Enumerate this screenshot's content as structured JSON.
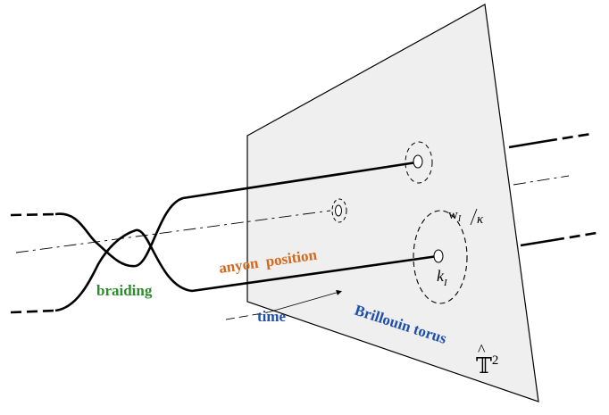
{
  "labels": {
    "braiding": "braiding",
    "anyon_position": "anyon  position",
    "time": "time",
    "brillouin_torus": "Brillouin torus",
    "winding_w": "w",
    "winding_sub": "I",
    "winding_kappa": "κ",
    "momentum_k": "k",
    "momentum_sub": "I",
    "torus_symbol": "𝕋",
    "torus_power": "2"
  },
  "colors": {
    "braiding": "#2e8b2e",
    "anyon_position": "#d2691e",
    "time": "#1f4fa8",
    "brillouin_torus": "#1f4fa8",
    "plane_fill": "#efefef",
    "ink": "#000000"
  },
  "icons": {
    "arrowheads": "triangle-arrow",
    "loops": "dashed-circle"
  }
}
